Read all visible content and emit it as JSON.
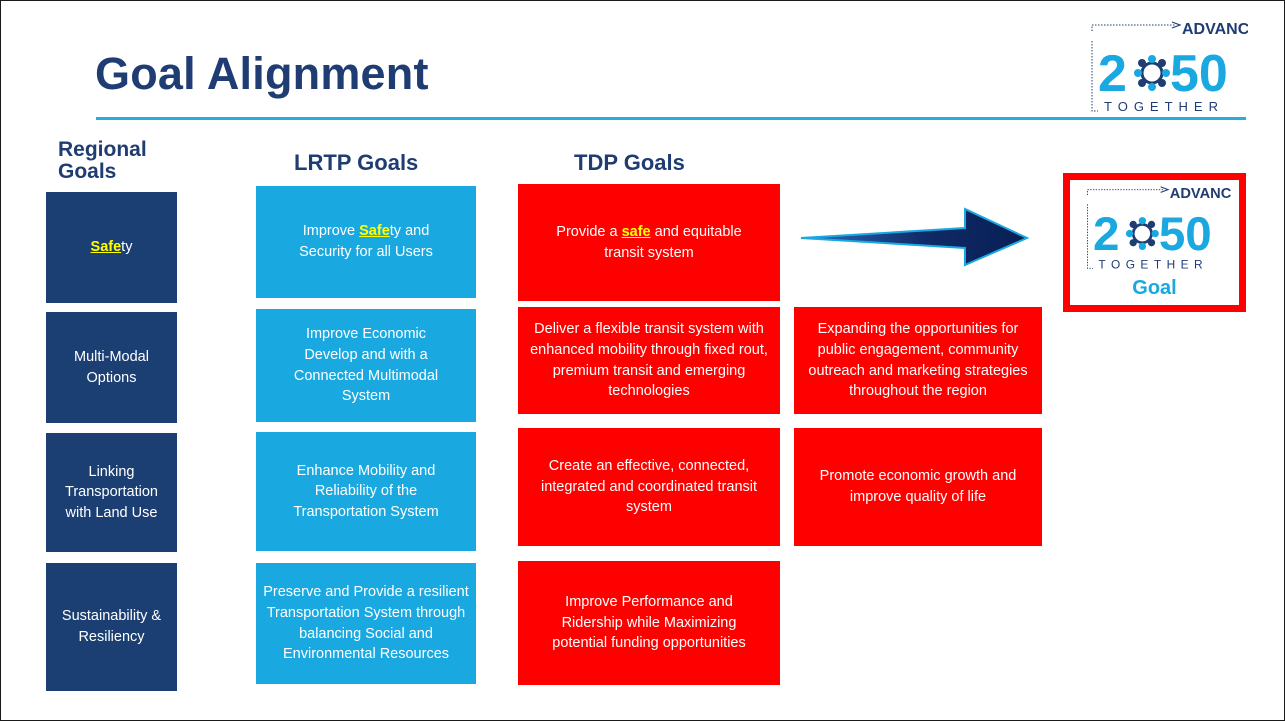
{
  "title": "Goal Alignment",
  "logo": {
    "advance": "ADVANCE",
    "year_2": "2",
    "year_50": "50",
    "together": "TOGETHER"
  },
  "headers": {
    "regional": "Regional Goals",
    "lrtp": "LRTP Goals",
    "tdp": "TDP Goals"
  },
  "regional_goals": [
    {
      "highlight": "Safe",
      "rest": "ty"
    },
    {
      "text": "Multi-Modal Options"
    },
    {
      "text": "Linking Transportation with Land Use"
    },
    {
      "text": "Sustainability & Resiliency"
    }
  ],
  "lrtp_goals": [
    {
      "before": "Improve ",
      "highlight": "Safe",
      "after": "ty and Security for all Users"
    },
    {
      "text": "Improve Economic Develop and with a Connected Multimodal System"
    },
    {
      "text": "Enhance Mobility and Reliability of the Transportation System"
    },
    {
      "text": "Preserve and Provide a resilient Transportation System through balancing Social and Environmental Resources"
    }
  ],
  "tdp_goals": [
    {
      "before": "Provide a ",
      "highlight": "safe",
      "after": " and equitable transit system"
    },
    {
      "text": "Deliver a flexible transit system with enhanced mobility through fixed rout, premium transit and emerging technologies"
    },
    {
      "text": "Expanding the opportunities for public engagement, community outreach and marketing strategies throughout the region"
    },
    {
      "text": "Create an effective, connected, integrated and coordinated transit system"
    },
    {
      "text": "Promote economic growth and improve quality of life"
    },
    {
      "text": "Improve Performance and Ridership while Maximizing potential funding opportunities"
    }
  ],
  "goal_label": "Goal",
  "colors": {
    "navy": "#1b3f72",
    "sky": "#1aa8e0",
    "red": "#ff0000",
    "highlight": "#ffff00"
  }
}
